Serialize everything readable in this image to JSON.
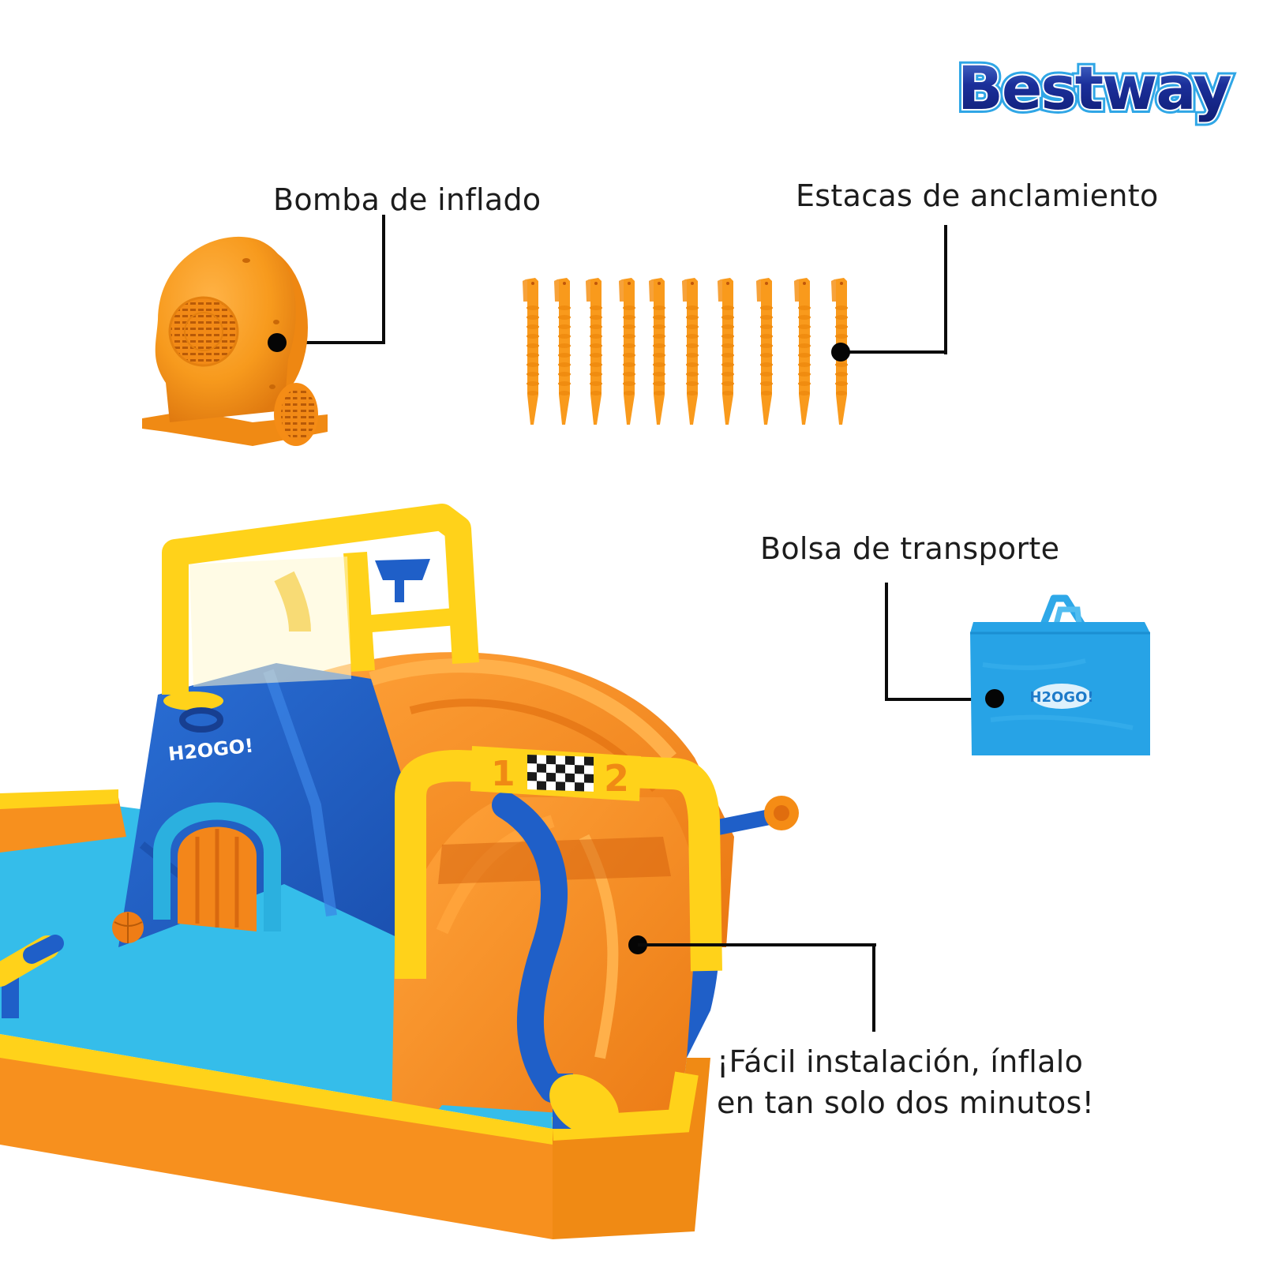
{
  "brand": {
    "logo_text": "Bestway",
    "colors": {
      "logo_fill": "#1b2f9a",
      "logo_outline": "#2fa6e6"
    }
  },
  "callouts": {
    "pump": {
      "label": "Bomba de inflado",
      "item": "air-pump"
    },
    "stakes": {
      "label": "Estacas de anclamiento",
      "item": "ground-stakes",
      "count": 10
    },
    "bag": {
      "label": "Bolsa de transporte",
      "item": "carry-bag",
      "bag_logo": "H2OGO!"
    },
    "setup": {
      "label_line1": "¡Fácil instalación, ínflalo",
      "label_line2": "en tan solo dos minutos!",
      "item": "water-park"
    }
  },
  "water_park": {
    "brand_mark": "H2OGO!",
    "race_banner": {
      "left_number": "1",
      "right_number": "2"
    }
  },
  "colors": {
    "orange": "#f7901e",
    "dark_orange": "#e86f10",
    "yellow": "#ffd21a",
    "blue": "#1f5fc8",
    "light_blue": "#29b6ea",
    "pool": "#35bdea",
    "bag_blue": "#27a3e6",
    "leader": "#0b0b0b"
  }
}
